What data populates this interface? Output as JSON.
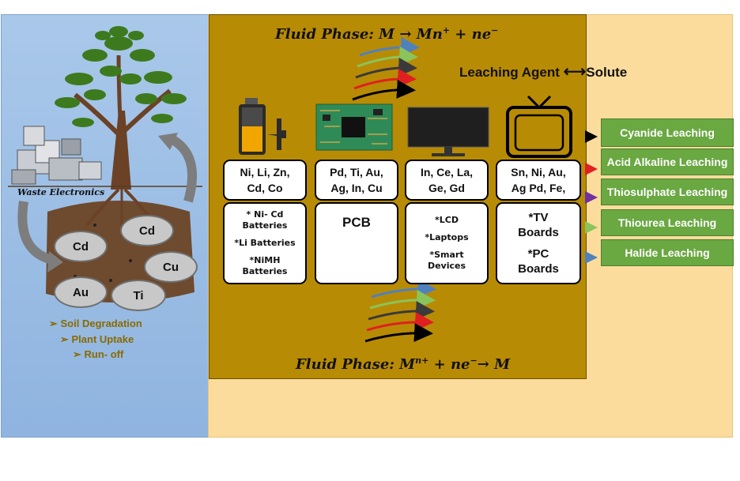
{
  "equations": {
    "top": {
      "lhs": "Fluid Phase: M",
      "arrow": "→",
      "product": "Mn",
      "charge": "+",
      "rest": "+ ne",
      "electron": "−"
    },
    "bottom": {
      "lhs": "Fluid Phase: M",
      "sup": "n",
      "charge": "+",
      "rest": "+ ne",
      "electron": "−",
      "arrow": "→",
      "product": "M"
    }
  },
  "leaching_agent": {
    "left": "Leaching Agent",
    "arrow": "⟷",
    "right": "Solute"
  },
  "waste_label": "Waste Electronics",
  "soil_metals": [
    "Cd",
    "Cd",
    "Cu",
    "Au",
    "Ti"
  ],
  "impacts": [
    "➢ Soil Degradation",
    "➢ Plant Uptake",
    "➢ Run- off"
  ],
  "devices": [
    {
      "icon": "battery-icon",
      "metals": [
        "Ni, Li, Zn,",
        "Cd, Co"
      ],
      "uses": [
        "* Ni- Cd",
        "Batteries",
        "*Li  Batteries",
        "*NiMH",
        "Batteries"
      ]
    },
    {
      "icon": "circuit-board-icon",
      "metals": [
        "Pd, Ti, Au,",
        "Ag, In, Cu"
      ],
      "uses": [
        "PCB"
      ]
    },
    {
      "icon": "monitor-icon",
      "metals": [
        "In, Ce, La,",
        "Ge, Gd"
      ],
      "uses": [
        "*LCD",
        "*Laptops",
        "*Smart",
        "Devices"
      ]
    },
    {
      "icon": "tv-icon",
      "metals": [
        "Sn, Ni, Au,",
        "Ag Pd, Fe,"
      ],
      "uses": [
        "*TV",
        "Boards",
        "*PC",
        "Boards"
      ]
    }
  ],
  "leaching_methods": [
    "Cyanide Leaching",
    "Acid Alkaline Leaching",
    "Thiosulphate Leaching",
    "Thiourea Leaching",
    "Halide Leaching"
  ],
  "colors": {
    "arrow_blue": "#4f81bd",
    "arrow_green": "#8ac45a",
    "arrow_dark": "#3a3a3a",
    "arrow_red": "#e02020",
    "arrow_black": "#000000",
    "arrow_purple": "#7030a0",
    "leach_green": "#6aa842",
    "gold": "#b88b05"
  }
}
